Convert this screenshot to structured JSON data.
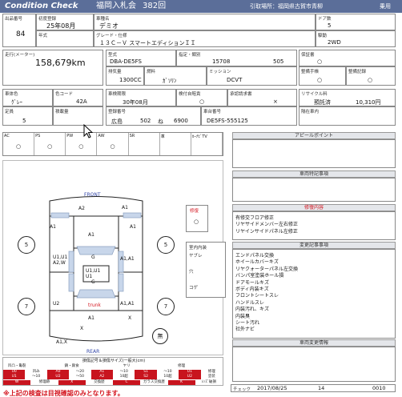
{
  "header": {
    "title": "Condition Check",
    "auction": "福岡入札会",
    "session": "382回",
    "location_label": "引取場所：福岡県古賀市青柳",
    "type_label": "乗用"
  },
  "lot": {
    "label": "出品番号",
    "value": "84"
  },
  "first_reg": {
    "label": "初度登録",
    "value": "25年08月"
  },
  "car_name": {
    "label": "車種名",
    "value": "デミオ"
  },
  "grade": {
    "label": "グレード・仕様",
    "value": "１３Ｃ－Ｖ スマートエディションＩＩ"
  },
  "doors": {
    "label": "ドア数",
    "value": "5"
  },
  "drive": {
    "label": "駆動",
    "value": "2WD"
  },
  "model_year": {
    "label": "年式"
  },
  "mileage": {
    "label": "走行(メーター)",
    "value": "158,679km"
  },
  "model": {
    "label": "型式",
    "value": "DBA-DE5FS"
  },
  "spec": {
    "label": "指定・類別",
    "v1": "15708",
    "v2": "505"
  },
  "warranty": {
    "label": "保証書",
    "value": "○"
  },
  "displacement": {
    "label": "排気量",
    "value": "1300CC"
  },
  "fuel": {
    "label": "燃料",
    "value": "ｶﾞｿﾘﾝ"
  },
  "mission": {
    "label": "ミッション",
    "value": "DCVT"
  },
  "manual": {
    "label": "整備手帳",
    "value": "○"
  },
  "record": {
    "label": "整備記録",
    "value": "○"
  },
  "color": {
    "label": "車体色",
    "value": "ｸﾞﾚｰ"
  },
  "color_code": {
    "label": "色コード",
    "value": "42A"
  },
  "shaken": {
    "label": "車検期限",
    "value": "30年08月"
  },
  "navi": {
    "label": "検付自賠責",
    "value": "○"
  },
  "approval": {
    "label": "承認請求書",
    "value": "×"
  },
  "recycle": {
    "label": "リサイクル料",
    "status": "預託済",
    "amount": "10,310円"
  },
  "capacity": {
    "label": "定員",
    "value": "5"
  },
  "load": {
    "label": "積載量"
  },
  "plate": {
    "label": "登録番号",
    "region": "広島",
    "cls": "502",
    "kana": "ね",
    "num": "6900"
  },
  "chassis": {
    "label": "車台番号",
    "value": "DE5FS-555125"
  },
  "prev_owner": {
    "label": "隔在車内"
  },
  "equipment": {
    "headers": [
      "AC",
      "PS",
      "PW",
      "AW",
      "SR",
      "革",
      "ｶｰﾅﾋﾞTV"
    ],
    "values": [
      "○",
      "○",
      "○",
      "○",
      "",
      "",
      ""
    ]
  },
  "diagram": {
    "front": "FRONT",
    "rear": "REAR",
    "trunk": "trunk",
    "labels": [
      "A2",
      "A1",
      "A1",
      "A1",
      "A1",
      "U1,U1\nA2,W",
      "G",
      "U1,U1\nU1",
      "A1,A1",
      "U2",
      "A1",
      "A1,A1",
      "X",
      "A1,X",
      "X",
      "G"
    ],
    "wheels": [
      "5",
      "5",
      "7",
      "7"
    ],
    "spare": "無"
  },
  "exterior_rep": {
    "label": "修復",
    "value": "○"
  },
  "interior": {
    "label": "室内内装",
    "items": [
      "ヤブレ",
      "穴",
      "コゲ"
    ]
  },
  "appeal": {
    "label": "アピールポイント"
  },
  "special": {
    "label": "車両特記事項"
  },
  "repair": {
    "label": "修復内容",
    "lines": [
      "有修交フロア修正",
      "リヤサイドメンバー左右修正",
      "リヤインサイドパネル左修正"
    ]
  },
  "check": {
    "label": "変更記事事項",
    "lines": [
      "エンドパネル交換",
      "ホイールカバーキズ",
      "リヤクォーターパネル左交換",
      "バンパ室塗装ホール損",
      "ドアモールキズ",
      "ボディ内装キズ",
      "フロントシートスレ",
      "ハンドルスレ",
      "内装汚れ、キズ",
      "内装臭",
      "シート汚れ",
      "社外ナビ"
    ]
  },
  "other": {
    "label": "車両変更情報"
  },
  "legend": {
    "title": "損傷記号＆損傷サイズ(一般大(cm)",
    "headers": [
      "凹凸・亀裂",
      "",
      "錆・腐食",
      "",
      "ヤリ",
      "",
      "修理",
      ""
    ],
    "rows": [
      [
        "U0",
        "凹み",
        "A0",
        "～20",
        "A1",
        "～10",
        "S1",
        "～10",
        "U1",
        "修理"
      ],
      [
        "U1",
        "～10",
        "U2",
        "～50",
        "A2",
        "10超",
        "S2",
        "10超",
        "U2",
        "塗装"
      ]
    ],
    "bottom": [
      "W",
      "修理跡",
      "X",
      "交換歴",
      "C",
      "ガラス交換歴",
      "K",
      "ﾚﾝｽﾞ破損"
    ]
  },
  "footer": {
    "check_label": "チェック",
    "date": "2017/08/25",
    "n1": "14",
    "n2": "0010",
    "notice": "※上記の検査は目視確認のみとなります。"
  }
}
